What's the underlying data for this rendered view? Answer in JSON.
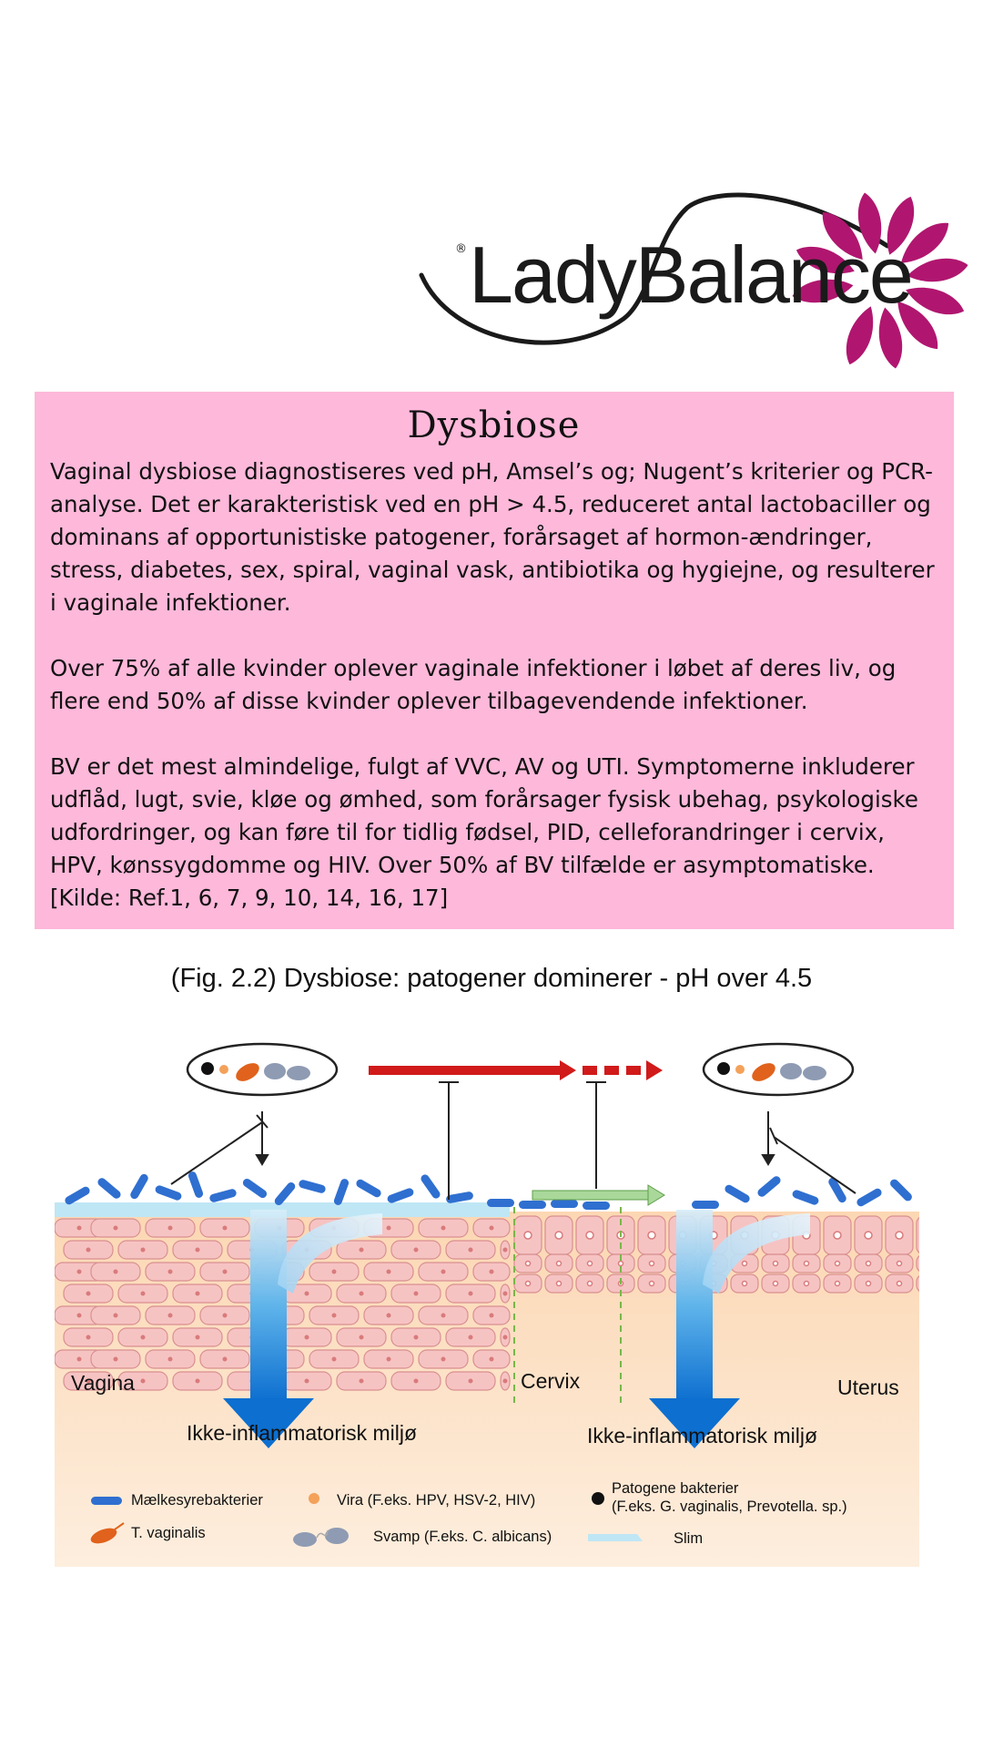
{
  "logo": {
    "brand": "LadyBalance",
    "registered": "®",
    "accent_color": "#b0166f"
  },
  "panel": {
    "background": "#fdb8da",
    "title": "Dysbiose",
    "paragraphs": [
      "Vaginal dysbiose diagnostiseres ved pH, Amsel’s og; Nugent’s kriterier og PCR-analyse. Det er karakteristisk ved en pH > 4.5, reduceret antal lactobaciller og dominans af opportunistiske patogener, forårsaget af hormon-ændringer, stress, diabetes, sex, spiral, vaginal vask, antibiotika og hygiejne, og resulterer i vaginale infektioner.",
      "Over 75% af alle kvinder oplever vaginale infektioner i løbet af deres liv, og flere end 50% af disse kvinder oplever tilbagevendende infektioner.",
      "BV er det mest almindelige, fulgt af VVC, AV og UTI. Symptomerne inkluderer udflåd, lugt, svie, kløe og ømhed, som forårsager fysisk ubehag, psykologiske udfordringer, og kan føre til for tidlig fødsel, PID, celleforandringer i cervix, HPV, kønssygdomme og HIV. Over 50% af BV tilfælde er asymptomatiske."
    ],
    "source": "[Kilde: Ref.1, 6, 7, 9, 10, 14, 16, 17]"
  },
  "figure": {
    "caption": "(Fig. 2.2) Dysbiose: patogener dominerer - pH over 4.5",
    "regions": {
      "vagina": "Vagina",
      "cervix": "Cervix",
      "uterus": "Uterus"
    },
    "environment_left": "Ikke-inflammatorisk miljø",
    "environment_right": "Ikke-inflammatorisk miljø",
    "legend": {
      "lactobacilli": "Mælkesyrebakterier",
      "t_vaginalis": "T. vaginalis",
      "virus": "Vira (F.eks. HPV, HSV-2, HIV)",
      "fungus": "Svamp (F.eks. C. albicans)",
      "pathogen_line1": "Patogene bakterier",
      "pathogen_line2": "(F.eks. G. vaginalis, Prevotella. sp.)",
      "mucus": "Slim"
    },
    "colors": {
      "lactobacilli": "#2f6fd0",
      "tissue": "#f6c3c3",
      "background": "#fde8cc",
      "mucus": "#bfe6f5",
      "red_arrow": "#d11a1a",
      "green_arrow": "#a9d89a",
      "blue_arrow": "#1a7ad6"
    }
  }
}
